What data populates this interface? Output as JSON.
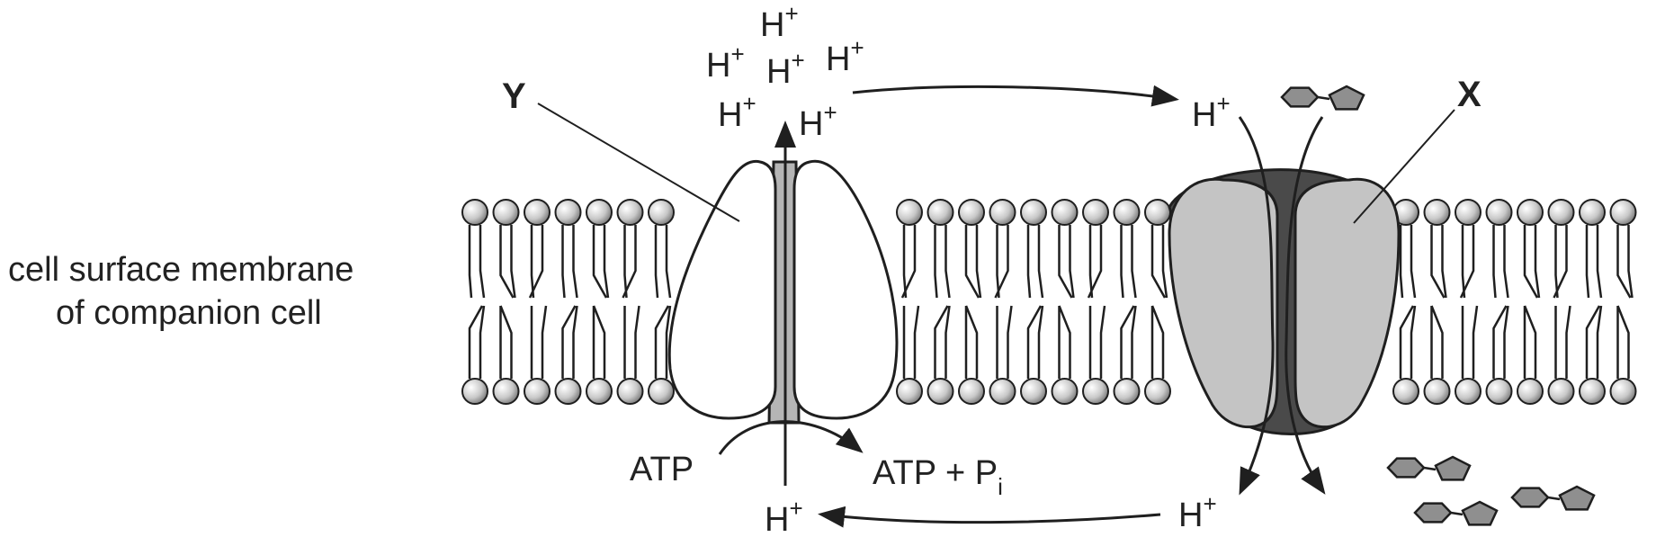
{
  "membrane_label": {
    "line1": "cell surface membrane",
    "line2": "of companion cell"
  },
  "labels": {
    "y": "Y",
    "x": "X",
    "proton_base": "H",
    "proton_charge": "+",
    "atp": "ATP",
    "adp_main": "ATP + P",
    "adp_sub": "i"
  },
  "colors": {
    "line": "#1f1f1f",
    "pump_fill": "#ffffff",
    "channel_fill": "#b5b5b5",
    "carrier_fill": "#c4c4c4",
    "carrier_dark": "#4a4a4a",
    "sucrose_fill": "#8f8f8f"
  }
}
